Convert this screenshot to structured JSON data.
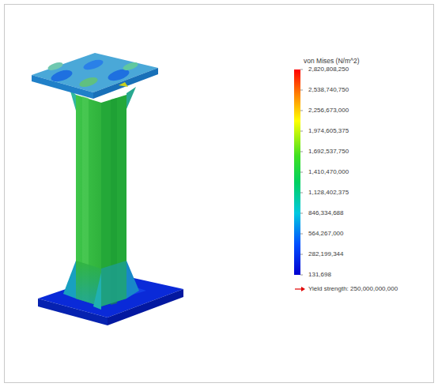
{
  "diagram": {
    "labels": [
      "von Mises (N/m^2)",
      "2,820,808,250",
      "2,538,740,750",
      "2,256,673,000",
      "1,974,605,375",
      "1,692,537,750",
      "1,410,470,000",
      "1,128,402,375",
      "846,334,688",
      "564,267,000",
      "282,199,344",
      "131,698",
      "Yield strength: 250,000,000,000"
    ]
  }
}
